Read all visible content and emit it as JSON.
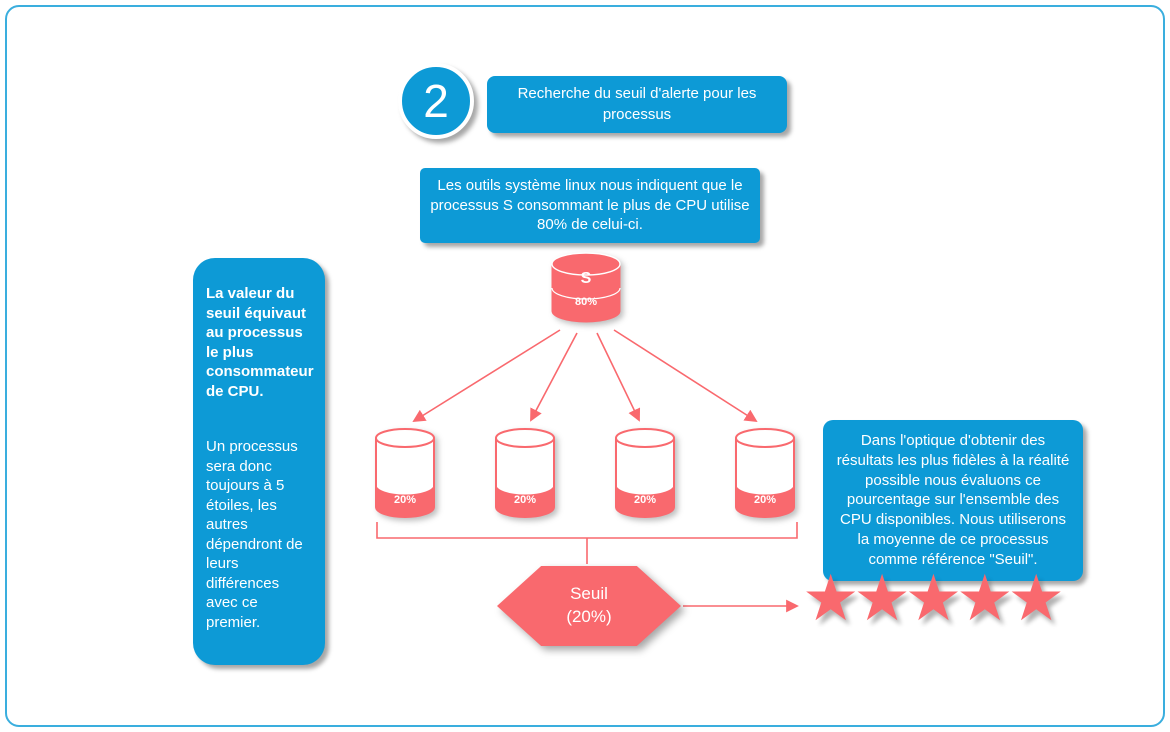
{
  "colors": {
    "blue": "#0d9ad6",
    "salmon": "#f9696e",
    "page_border": "#3aaede"
  },
  "step_badge": {
    "number": "2"
  },
  "title_box": {
    "text": "Recherche du seuil d'alerte pour les processus"
  },
  "top_note": {
    "text": "Les outils système linux nous indiquent que le processus S consommant le plus de CPU utilise 80% de celui-ci."
  },
  "left_note": {
    "bold_text": "La valeur du seuil équivaut au processus le plus consommateur de CPU.",
    "normal_text": "Un processus sera donc toujours à 5 étoiles, les autres dépendront de leurs différences avec ce premier."
  },
  "right_note": {
    "text": "Dans l'optique d'obtenir des résultats les plus fidèles à la réalité possible nous évaluons ce pourcentage sur l'ensemble des CPU disponibles. Nous utiliserons la moyenne de ce processus comme référence \"Seuil\"."
  },
  "main_cylinder": {
    "label": "S",
    "value": "80%"
  },
  "child_cylinders": [
    {
      "value": "20%"
    },
    {
      "value": "20%"
    },
    {
      "value": "20%"
    },
    {
      "value": "20%"
    }
  ],
  "threshold_hexagon": {
    "line1": "Seuil",
    "line2": "(20%)"
  },
  "stars": {
    "char": "★",
    "count": 5
  }
}
